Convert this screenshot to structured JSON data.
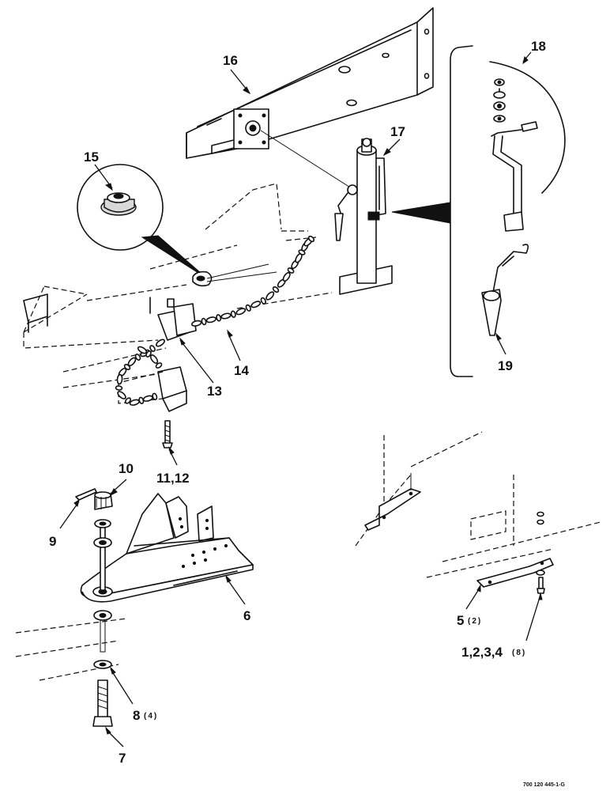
{
  "diagram": {
    "callouts": [
      {
        "id": "c1234",
        "text": "1,2,3,4",
        "qty": "(8)"
      },
      {
        "id": "c5",
        "text": "5",
        "qty": "(2)"
      },
      {
        "id": "c6",
        "text": "6",
        "qty": ""
      },
      {
        "id": "c7",
        "text": "7",
        "qty": ""
      },
      {
        "id": "c8",
        "text": "8",
        "qty": "(4)"
      },
      {
        "id": "c9",
        "text": "9",
        "qty": ""
      },
      {
        "id": "c10",
        "text": "10",
        "qty": ""
      },
      {
        "id": "c1112",
        "text": "11,12",
        "qty": ""
      },
      {
        "id": "c13",
        "text": "13",
        "qty": ""
      },
      {
        "id": "c14",
        "text": "14",
        "qty": ""
      },
      {
        "id": "c15",
        "text": "15",
        "qty": ""
      },
      {
        "id": "c16",
        "text": "16",
        "qty": ""
      },
      {
        "id": "c17",
        "text": "17",
        "qty": ""
      },
      {
        "id": "c18",
        "text": "18",
        "qty": ""
      },
      {
        "id": "c19",
        "text": "19",
        "qty": ""
      }
    ],
    "drawing_code": "700 120 445-1-G"
  }
}
